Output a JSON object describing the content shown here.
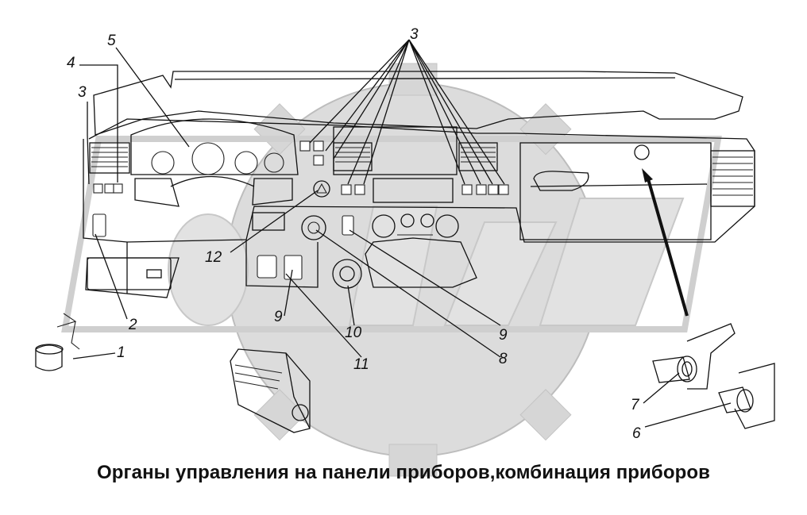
{
  "caption": "Органы управления на панели приборов,комбинация приборов",
  "callouts": {
    "c1": "1",
    "c2": "2",
    "c3a": "3",
    "c3b": "3",
    "c4": "4",
    "c5": "5",
    "c6": "6",
    "c7": "7",
    "c8": "8",
    "c9a": "9",
    "c9b": "9",
    "c10": "10",
    "c11": "11",
    "c12": "12"
  }
}
